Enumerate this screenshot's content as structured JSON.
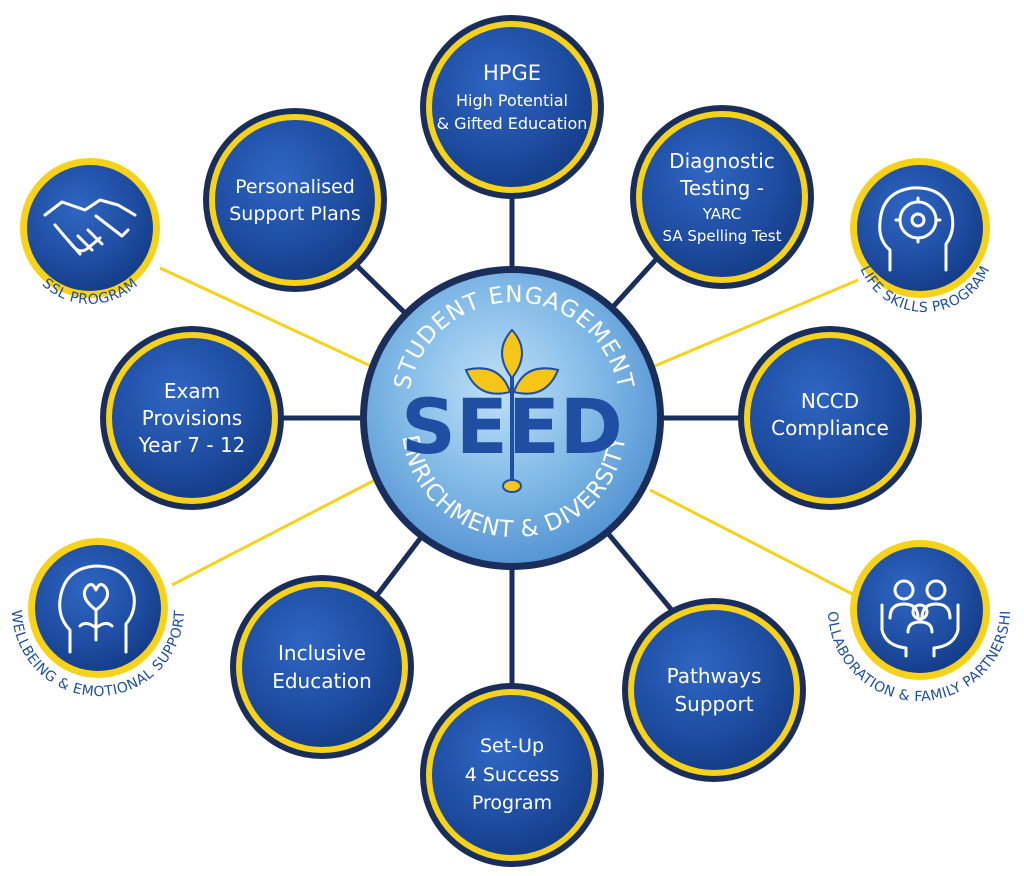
{
  "center": {
    "title": "SEED",
    "arc_top": "STUDENT ENGAGEMENT",
    "arc_bottom": "ENRICHMENT & DIVERSITY"
  },
  "nodes": [
    {
      "id": "hpge",
      "lines": [
        "HPGE",
        "High Potential",
        "& Gifted Education"
      ]
    },
    {
      "id": "diagnostic",
      "lines": [
        "Diagnostic",
        "Testing -",
        "YARC",
        "SA Spelling Test"
      ]
    },
    {
      "id": "nccd",
      "lines": [
        "NCCD",
        "Compliance"
      ]
    },
    {
      "id": "pathways",
      "lines": [
        "Pathways",
        "Support"
      ]
    },
    {
      "id": "setup",
      "lines": [
        "Set-Up",
        "4 Success",
        "Program"
      ]
    },
    {
      "id": "inclusive",
      "lines": [
        "Inclusive",
        "Education"
      ]
    },
    {
      "id": "exam",
      "lines": [
        "Exam",
        "Provisions",
        "Year 7 - 12"
      ]
    },
    {
      "id": "personalised",
      "lines": [
        "Personalised",
        "Support Plans"
      ]
    }
  ],
  "programs": [
    {
      "id": "ssl",
      "label": "SSL PROGRAM",
      "icon": "handshake-icon"
    },
    {
      "id": "life-skills",
      "label": "LIFE SKILLS PROGRAM",
      "icon": "head-gear-icon"
    },
    {
      "id": "collaboration",
      "label": "COLLABORATION & FAMILY PARTNERSHIP",
      "icon": "family-hands-icon"
    },
    {
      "id": "wellbeing",
      "label": "WELLBEING & EMOTIONAL SUPPORT",
      "icon": "head-heart-icon"
    }
  ],
  "colors": {
    "node_fill": "#1f4ea3",
    "node_dark": "#123a82",
    "ring_yellow": "#f6d21b",
    "connector_navy": "#1a2e5c",
    "center_light": "#7fb8e6",
    "leaf_yellow": "#f5c518"
  }
}
